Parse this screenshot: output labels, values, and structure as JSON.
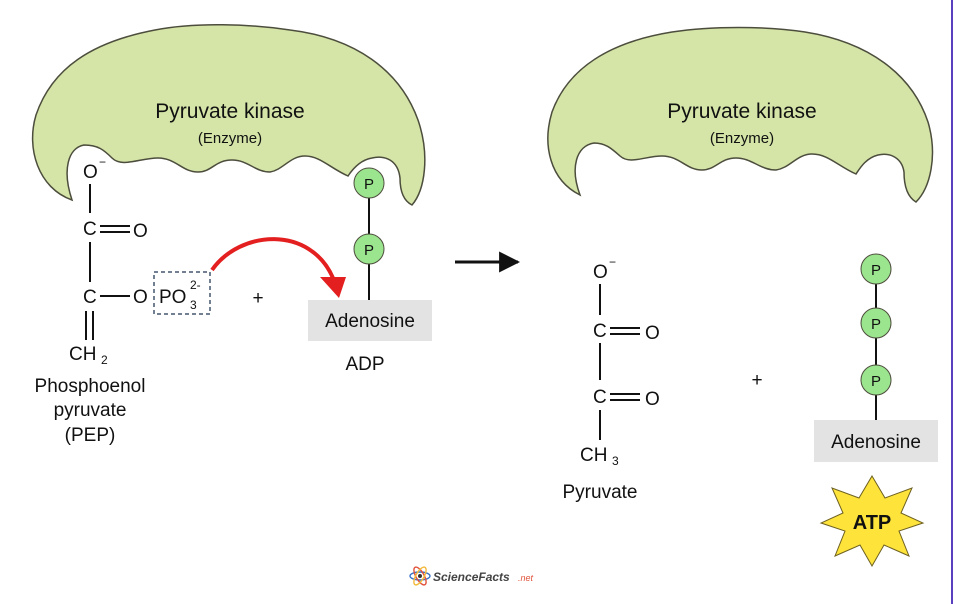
{
  "colors": {
    "enzyme_fill": "#d4e5a7",
    "enzyme_stroke": "#4d4d3d",
    "phosphate_fill": "#9be58f",
    "adenosine_box": "#e3e3e3",
    "reaction_arrow": "#e31f1f",
    "atp_star": "#fde33a",
    "dashed_box": "#44566e",
    "border_right": "#5a3fbf"
  },
  "left": {
    "enzyme": {
      "name": "Pyruvate kinase",
      "role": "(Enzyme)"
    },
    "pep": {
      "o_minus": "O",
      "minus_sign": "−",
      "c_top": "C",
      "o_double": "O",
      "c_mid": "C",
      "o_ester": "O",
      "phosphate": "PO",
      "phosphate_sub": "3",
      "phosphate_sup": "2-",
      "ch2": "CH",
      "ch2_sub": "2",
      "label_line1": "Phosphoenol",
      "label_line2": "pyruvate",
      "label_line3": "(PEP)"
    },
    "plus": "+",
    "adp": {
      "phosphates": [
        "P",
        "P"
      ],
      "base": "Adenosine",
      "label": "ADP"
    }
  },
  "right": {
    "enzyme": {
      "name": "Pyruvate kinase",
      "role": "(Enzyme)"
    },
    "pyruvate": {
      "o_minus": "O",
      "minus_sign": "−",
      "c_top": "C",
      "o_top": "O",
      "c_mid": "C",
      "o_mid": "O",
      "ch3": "CH",
      "ch3_sub": "3",
      "label": "Pyruvate"
    },
    "plus": "+",
    "atp": {
      "phosphates": [
        "P",
        "P",
        "P"
      ],
      "base": "Adenosine",
      "badge": "ATP"
    }
  },
  "logo": {
    "text": "ScienceFacts",
    "suffix": ".net"
  }
}
